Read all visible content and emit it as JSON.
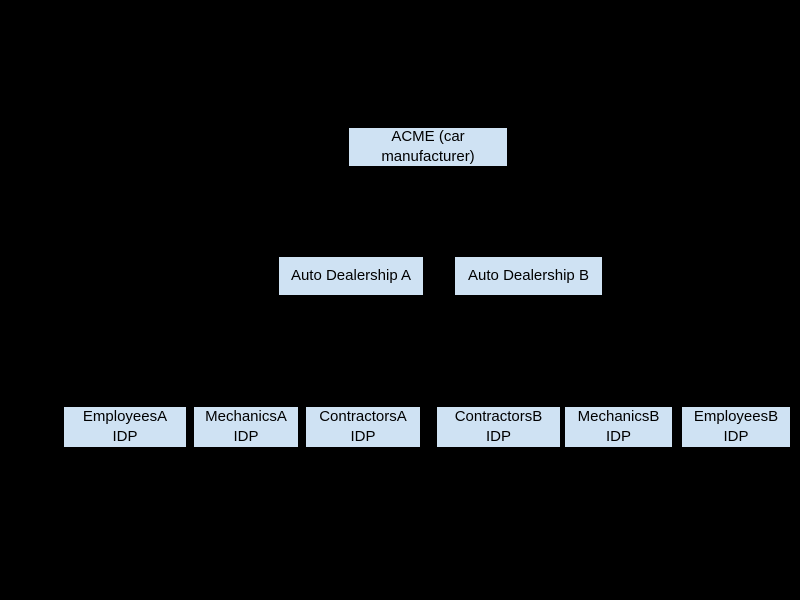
{
  "style": {
    "canvas-bg": "#000000",
    "node-fill": "#cfe2f3",
    "node-border": "#000000",
    "node-text": "#000000"
  },
  "diagram": {
    "rows": [
      {
        "name": "manufacturer",
        "nodes": [
          {
            "key": "acme",
            "lines": [
              "ACME (car",
              "manufacturer)"
            ]
          }
        ]
      },
      {
        "name": "dealerships",
        "nodes": [
          {
            "key": "dealership-a",
            "lines": [
              "Auto Dealership A"
            ]
          },
          {
            "key": "dealership-b",
            "lines": [
              "Auto Dealership B"
            ]
          }
        ]
      },
      {
        "name": "identity-providers",
        "nodes": [
          {
            "key": "employees-a",
            "lines": [
              "EmployeesA",
              "IDP"
            ]
          },
          {
            "key": "mechanics-a",
            "lines": [
              "MechanicsA",
              "IDP"
            ]
          },
          {
            "key": "contractors-a",
            "lines": [
              "ContractorsA",
              "IDP"
            ]
          },
          {
            "key": "contractors-b",
            "lines": [
              "ContractorsB",
              "IDP"
            ]
          },
          {
            "key": "mechanics-b",
            "lines": [
              "MechanicsB",
              "IDP"
            ]
          },
          {
            "key": "employees-b",
            "lines": [
              "EmployeesB",
              "IDP"
            ]
          }
        ]
      }
    ]
  }
}
